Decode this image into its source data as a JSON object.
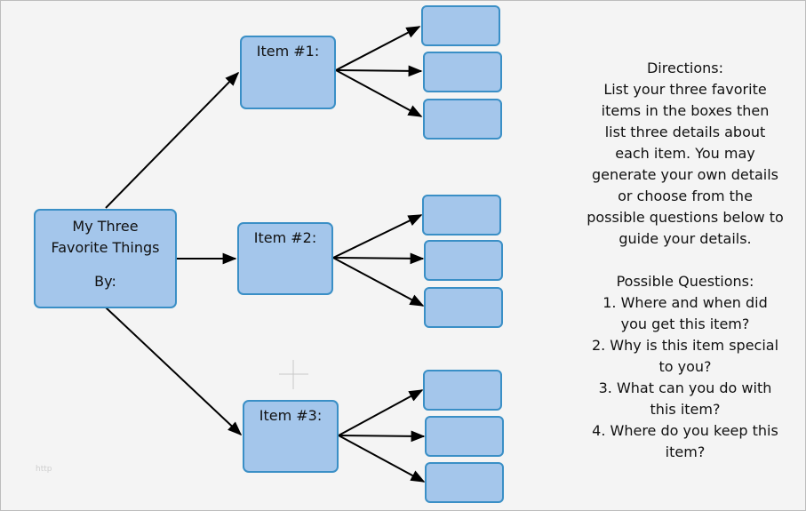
{
  "center": {
    "line1": "My Three",
    "line2": "Favorite Things",
    "by_label": "By:"
  },
  "items": [
    {
      "label": "Item #1:"
    },
    {
      "label": "Item #2:"
    },
    {
      "label": "Item #3:"
    }
  ],
  "directions": {
    "title": "Directions:",
    "lines": [
      "List your three favorite",
      "items in the boxes then",
      "list three details about",
      "each item.  You may",
      "generate your own details",
      "or choose from the",
      "possible questions below to",
      "guide your details."
    ],
    "questions_title": "Possible Questions:",
    "questions": [
      "1.  Where and when did",
      "you get this item?",
      "2.  Why is this item special",
      "to you?",
      "3.  What can you do with",
      "this item?",
      "4.  Where do you keep this",
      "item?"
    ]
  },
  "colors": {
    "box_fill": "#a4c6eb",
    "box_border": "#3a8fc6",
    "arrow": "#000000"
  },
  "watermark": "http"
}
